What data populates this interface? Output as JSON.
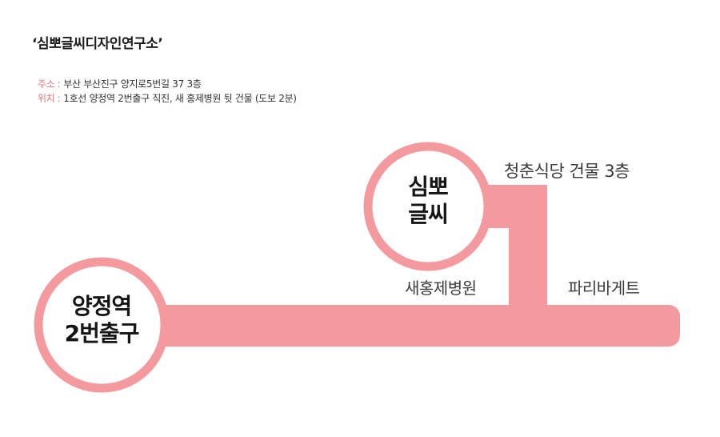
{
  "header": {
    "title": "‘심뽀글씨디자인연구소’"
  },
  "info": {
    "address_label": "주소",
    "address_sep": ":",
    "address_value": "부산 부산진구 양지로5번길 37 3층",
    "location_label": "위치",
    "location_sep": ":",
    "location_value": "1호선 양정역 2번출구 직진, 새 홍제병원 뒷 건물 (도보 2분)"
  },
  "map": {
    "route_color": "#f4999d",
    "ring_color": "#f4999d",
    "accent_text_color": "#e5747c",
    "station_start_line1": "양정역",
    "station_start_line2": "2번출구",
    "destination_line1": "심뽀",
    "destination_line2": "글씨",
    "landmark_building": "청춘식당 건물 3층",
    "landmark_hospital": "새홍제병원",
    "landmark_bakery": "파리바게트"
  }
}
